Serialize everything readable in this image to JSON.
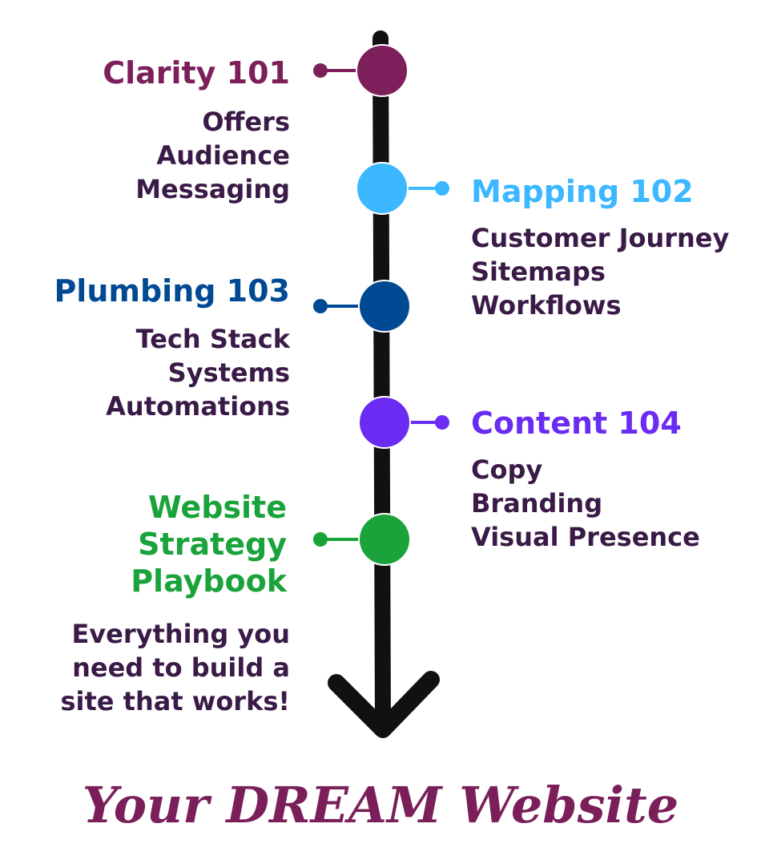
{
  "colors": {
    "clarity": "#7c1f5a",
    "mapping": "#3bb8ff",
    "plumbing": "#004a94",
    "content": "#6a2cf2",
    "playbook": "#1aa33a",
    "body_text": "#3a1a46",
    "line": "#111111",
    "footer": "#7a1f5a"
  },
  "steps": [
    {
      "key": "clarity",
      "title": "Clarity 101",
      "items": [
        "Offers",
        "Audience",
        "Messaging"
      ]
    },
    {
      "key": "mapping",
      "title": "Mapping 102",
      "items": [
        "Customer Journey",
        "Sitemaps",
        "Workflows"
      ]
    },
    {
      "key": "plumbing",
      "title": "Plumbing 103",
      "items": [
        "Tech Stack",
        "Systems",
        "Automations"
      ]
    },
    {
      "key": "content",
      "title": "Content 104",
      "items": [
        "Copy",
        "Branding",
        "Visual Presence"
      ]
    },
    {
      "key": "playbook",
      "title_lines": [
        "Website",
        "Strategy",
        "Playbook"
      ],
      "items": [
        "Everything you",
        "need to build a",
        "site that works!"
      ]
    }
  ],
  "footer": {
    "text": "Your DREAM Website"
  }
}
